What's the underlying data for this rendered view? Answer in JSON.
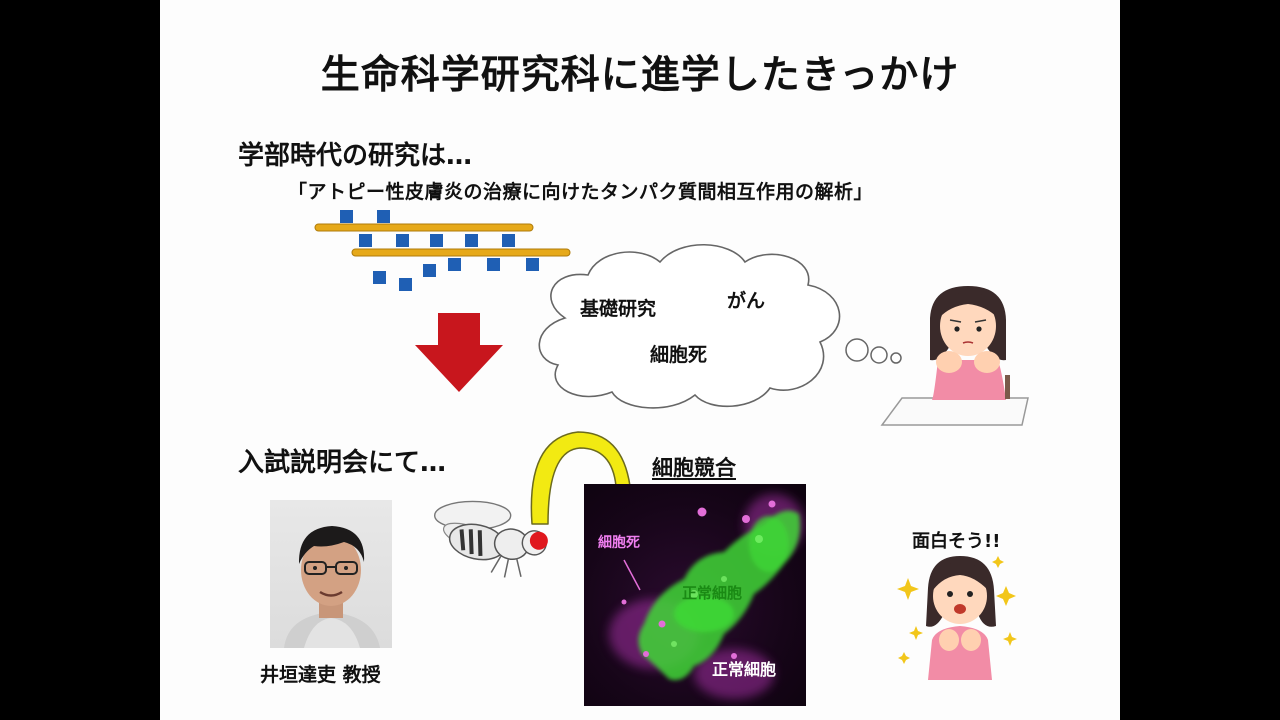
{
  "slide": {
    "title": "生命科学研究科に進学したきっかけ",
    "undergrad_heading": "学部時代の研究は…",
    "undergrad_project": "「アトピー性皮膚炎の治療に向けたタンパク質間相互作用の解析」",
    "thought_bubble": {
      "words": [
        "基礎研究",
        "がん",
        "細胞死"
      ]
    },
    "exam_heading": "入試説明会にて…",
    "professor_caption": "井垣達吏 教授",
    "cell_competition": {
      "heading": "細胞競合",
      "label_cell_death": "細胞死",
      "label_normal_cells_center": "正常細胞",
      "label_normal_cells_bottom": "正常細胞"
    },
    "reaction": "面白そう!!",
    "colors": {
      "arrow_red": "#c8161d",
      "curved_arrow_yellow": "#f2ea12",
      "protein_square": "#1f5fb4",
      "protein_bar": "#e6a91a",
      "micro_green": "#3fd635",
      "micro_magenta": "#e26ed8"
    },
    "icons": [
      "protein-interaction-diagram",
      "down-arrow-icon",
      "thought-cloud",
      "thinking-girl-illustration",
      "professor-photo",
      "fruit-fly-illustration",
      "curved-arrow-icon",
      "microscopy-image",
      "excited-girl-illustration"
    ]
  }
}
